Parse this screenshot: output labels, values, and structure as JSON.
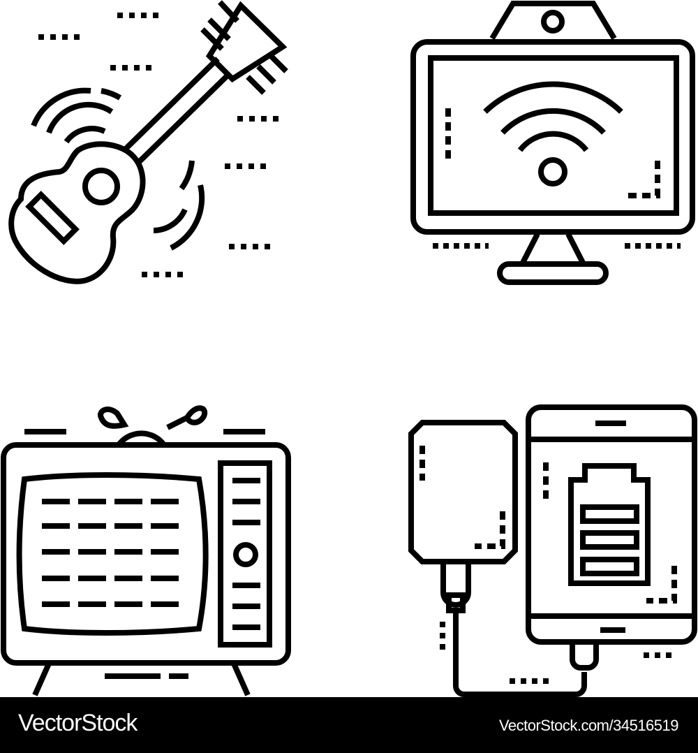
{
  "icons": [
    {
      "name": "guitar",
      "position": "top-left"
    },
    {
      "name": "smart-tv-wifi-monitor",
      "position": "top-right"
    },
    {
      "name": "retro-television",
      "position": "bottom-left"
    },
    {
      "name": "power-bank-charging-phone",
      "position": "bottom-right"
    }
  ],
  "footer": {
    "brand": "VectorStock",
    "reference": "VectorStock.com/34516519"
  },
  "colors": {
    "stroke": "#000000",
    "background": "#ffffff",
    "footer": "#000000"
  }
}
